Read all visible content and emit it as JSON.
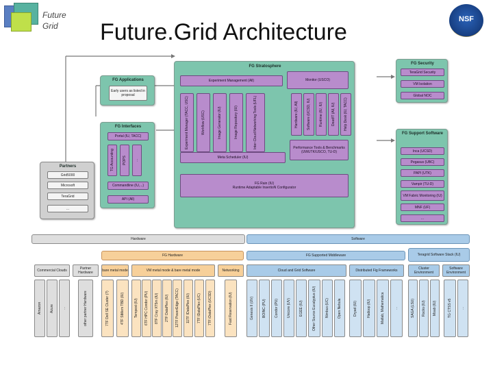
{
  "header": {
    "logo_line1": "Future",
    "logo_line2": "Grid",
    "title": "Future.Grid Architecture",
    "nsf_label": "NSF"
  },
  "stratosphere": {
    "title": "FG Stratosphere",
    "experiment_management": "Experiment Management (All)",
    "monitor": "Monitor (USCO)",
    "columns": [
      "Experiment Manager (TACC, USC)",
      "Workflow (USC)",
      "Image Generator (IU)",
      "Image Repository (IU)",
      "Inter-Cloud Networking Tools (UFL)",
      "Hardware (IU, All)",
      "Software (UCSD, IU)",
      "Runtime (IU, IU)",
      "Dead!T (All, IU)",
      "Help Desk (IU, TACC)"
    ],
    "perf_tools": "Performance Tools & Benchmarks (UWUTK/USCO, TU-D)",
    "meta_scheduler": "Meta Scheduler (IU)",
    "fg_rain": "FG Rain (IU)",
    "fg_rain_sub": "Runtime Adaptable InsertioN Configurator"
  },
  "applications": {
    "title": "FG Applications",
    "item": "Early users as listed in proposal"
  },
  "interfaces": {
    "title": "FG Interfaces",
    "portal": "Portal (IU, TACC)",
    "vertical": [
      "TG Accounting",
      "POPS",
      "..."
    ],
    "commandline": "Commandline (IU,...)",
    "api": "API (All)"
  },
  "partners": {
    "title": "Partners",
    "items": [
      "Grid5000",
      "Microsoft",
      "TeraGrid",
      "..."
    ]
  },
  "security": {
    "title": "FG Security",
    "items": [
      "TeraGrid Security",
      "VM Isolation",
      "Global NOC"
    ]
  },
  "support": {
    "title": "FG Support Software",
    "items": [
      "Inca (UCSD)",
      "Pegasus (UBC)",
      "PAPI (UTK)",
      "Vampir (TU-D)",
      "VM Fabric Monitoring (IU)",
      "MNF (UF)",
      "..."
    ]
  },
  "bars": {
    "hardware": "Hardware",
    "software": "Software",
    "fg_hardware": "FG Hardware",
    "fg_middleware": "FG Supported Middleware",
    "teragrid_stack": "Teragrid Software Stack (IU)"
  },
  "bottom": {
    "groups": [
      {
        "label": "Commercial Clouds",
        "items": [
          "Amazon",
          "Azure",
          "..."
        ]
      },
      {
        "label": "Partner Hardware",
        "items": [
          "other partner Hardware"
        ]
      },
      {
        "label": "bare metal mode",
        "items": [
          "7TF Dell SE Cluster (?)",
          "4TF StMem TBD (IU)"
        ]
      },
      {
        "label": "VM metal mode & bare metal mode",
        "items": [
          "Tempest (IU)",
          "6TF HPC Condor (PU)",
          "8TF Cray XT5m (IU)",
          "2TF DataPlex (IU)",
          "12TF PowerEdge (TACC)",
          "11TF IDataPlex (IU)",
          "7TF IDataPlex (UC)",
          "7TF iDataPlex (UCSD)"
        ]
      },
      {
        "label": "Networking",
        "items": [
          "Fast Reservation (IU)"
        ]
      },
      {
        "label": "Cloud and Grid Software",
        "items": [
          "Genesis II (UV)",
          "BOINC (PU)",
          "Condor (PU)",
          "Unicore (UV)",
          "EGEE (IU)",
          "Other Source Eucalyptus (IU)",
          "Nimbus (UC)",
          "Open Nebula"
        ]
      },
      {
        "label": "Distributed Fig Frameworks",
        "items": [
          "Dryad (IU)",
          "Hadoop (IU)",
          "Matlab, Mathematica",
          "..."
        ]
      },
      {
        "label": "Cluster Environment",
        "items": [
          "SAGA (LSU)",
          "Rocks (IU)",
          "Moab (IU)"
        ]
      },
      {
        "label": "Software Environment",
        "items": [
          "TG CTSS v5",
          "..."
        ]
      }
    ]
  }
}
